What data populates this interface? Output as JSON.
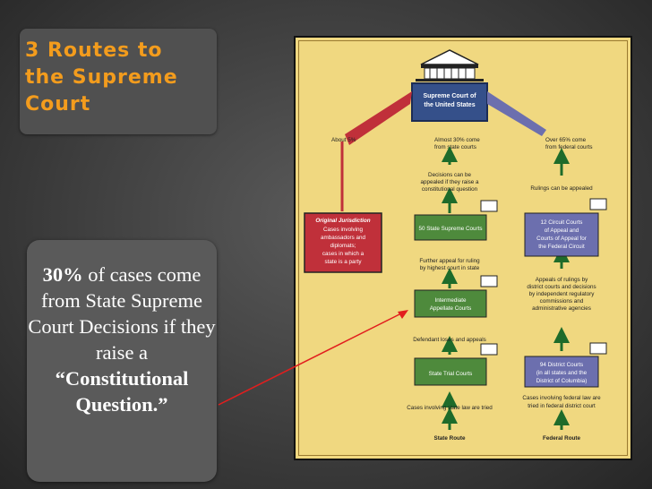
{
  "slide": {
    "title": "3 Routes to\nthe Supreme\nCourt",
    "note_bold": "30%",
    "note_rest": " of cases come from State Supreme Court Decisions if they raise a",
    "note_bold2": "“Constitutional Question.”"
  },
  "diagram": {
    "supreme_court": [
      "Supreme Court of",
      "the United States"
    ],
    "about5": "About 5%",
    "almost30": [
      "Almost 30% come",
      "from state courts"
    ],
    "over65": [
      "Over 65% come",
      "from federal courts"
    ],
    "decisions_appealed": [
      "Decisions can be",
      "appealed if they raise a",
      "constitutional question"
    ],
    "rulings_appealed": "Rulings can be appealed",
    "original_title": "Original Jurisdiction",
    "original_lines": [
      "Cases involving",
      "ambassadors and",
      "diplomats;",
      "cases in which a",
      "state is a party"
    ],
    "state_supreme": "50 State Supreme Courts",
    "circuit": [
      "12 Circuit Courts",
      "of Appeal and",
      "Courts of Appeal for",
      "the Federal Circuit"
    ],
    "further_appeal": [
      "Further appeal for ruling",
      "by highest court in state"
    ],
    "appeals_rulings": [
      "Appeals of rulings by",
      "district courts and decisions",
      "by independent regulatory",
      "commissions and",
      "administrative agencies"
    ],
    "intermediate": [
      "Intermediate",
      "Appellate Courts"
    ],
    "defendant": "Defendant loses and appeals",
    "district": [
      "94 District Courts",
      "(in all states and the",
      "District of Columbia)"
    ],
    "state_trial": "State Trial Courts",
    "state_cases": "Cases involving state law are tried",
    "federal_cases": [
      "Cases involving federal law are",
      "tried in federal district court"
    ],
    "state_route": "State Route",
    "federal_route": "Federal Route"
  },
  "colors": {
    "title": "#f39c1d",
    "state_box": "#4e8a3c",
    "federal_box": "#6c6fae",
    "original_box": "#c0303a",
    "chart_bg": "#f0d880",
    "pointer": "#e21e1e"
  }
}
